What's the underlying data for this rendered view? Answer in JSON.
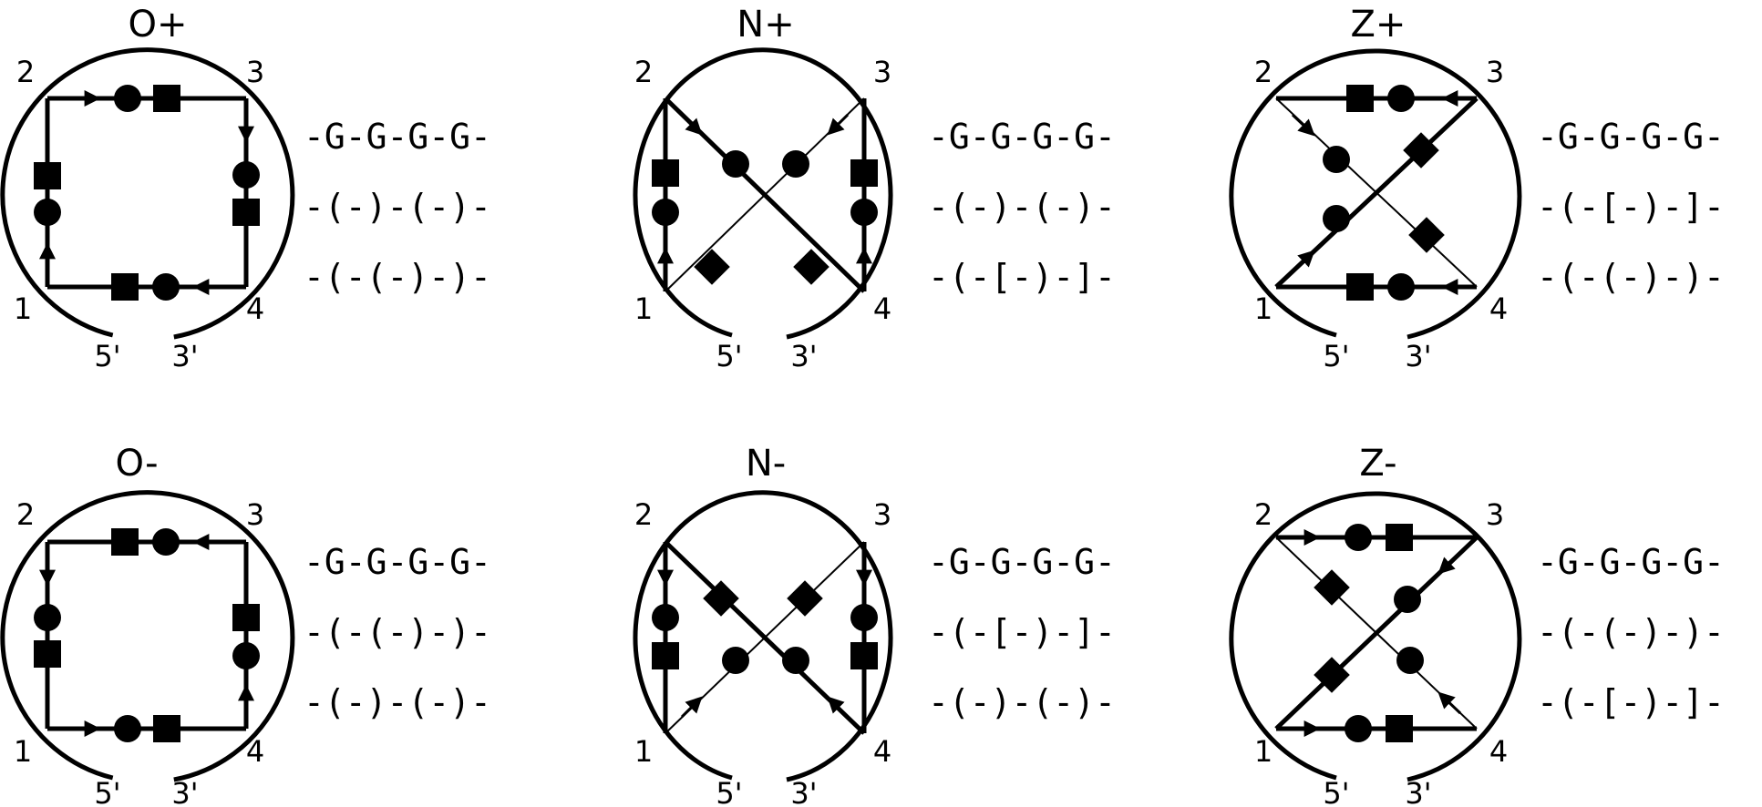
{
  "panels": [
    {
      "id": "O+",
      "title": "O+",
      "corners": [
        "1",
        "2",
        "3",
        "4"
      ],
      "ends": [
        "5'",
        "3'"
      ],
      "sequences": [
        "-G-G-G-G-",
        "-(-)-(-)-",
        "-(-(-)-)-"
      ]
    },
    {
      "id": "N+",
      "title": "N+",
      "corners": [
        "1",
        "2",
        "3",
        "4"
      ],
      "ends": [
        "5'",
        "3'"
      ],
      "sequences": [
        "-G-G-G-G-",
        "-(-)-(-)-",
        "-(-[-)-]-"
      ]
    },
    {
      "id": "Z+",
      "title": "Z+",
      "corners": [
        "1",
        "2",
        "3",
        "4"
      ],
      "ends": [
        "5'",
        "3'"
      ],
      "sequences": [
        "-G-G-G-G-",
        "-(-[-)-]-",
        "-(-(-)-)-"
      ]
    },
    {
      "id": "O-",
      "title": "O-",
      "corners": [
        "1",
        "2",
        "3",
        "4"
      ],
      "ends": [
        "5'",
        "3'"
      ],
      "sequences": [
        "-G-G-G-G-",
        "-(-(-)-)-",
        "-(-)-(-)-"
      ]
    },
    {
      "id": "N-",
      "title": "N-",
      "corners": [
        "1",
        "2",
        "3",
        "4"
      ],
      "ends": [
        "5'",
        "3'"
      ],
      "sequences": [
        "-G-G-G-G-",
        "-(-[-)-]-",
        "-(-)-(-)-"
      ]
    },
    {
      "id": "Z-",
      "title": "Z-",
      "corners": [
        "1",
        "2",
        "3",
        "4"
      ],
      "ends": [
        "5'",
        "3'"
      ],
      "sequences": [
        "-G-G-G-G-",
        "-(-(-)-)-",
        "-(-[-)-]-"
      ]
    }
  ]
}
